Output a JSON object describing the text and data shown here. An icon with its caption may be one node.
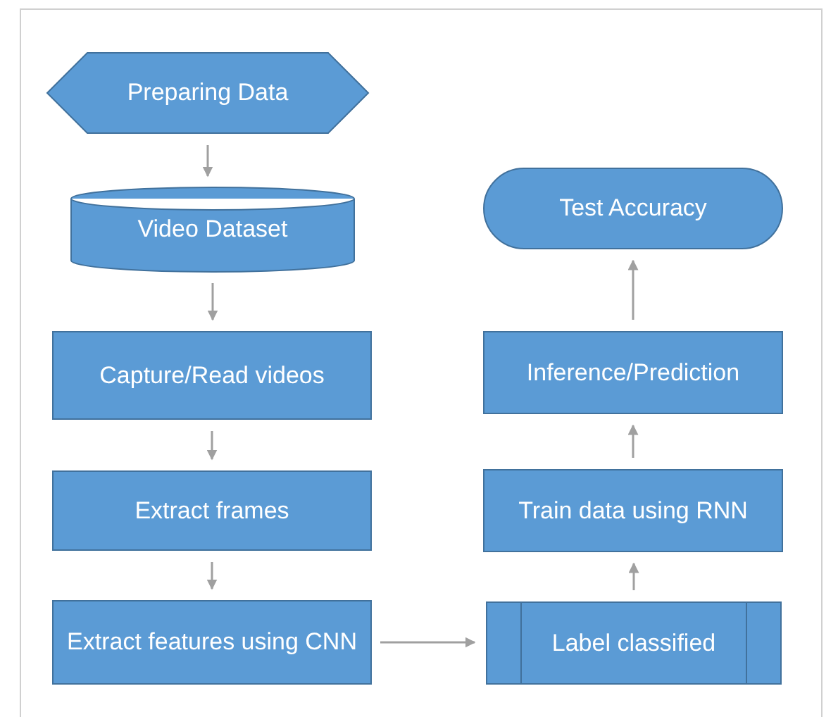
{
  "diagram": {
    "nodes": [
      {
        "text": [
          "Preparing Data"
        ]
      },
      {
        "text": [
          "Video Dataset"
        ]
      },
      {
        "text": [
          "Capture/Read videos"
        ]
      },
      {
        "text": [
          "Extract frames"
        ]
      },
      {
        "text": [
          "Extract features using CNN"
        ]
      },
      {
        "text": [
          "Label classified"
        ]
      },
      {
        "text": [
          "Train data using RNN"
        ]
      },
      {
        "text": [
          "Inference/Prediction"
        ]
      },
      {
        "text": [
          "Test Accuracy"
        ]
      }
    ],
    "edges": [
      {
        "from": 0,
        "to": 1,
        "arrow": "to"
      },
      {
        "from": 1,
        "to": 2,
        "arrow": "to"
      },
      {
        "from": 2,
        "to": 3,
        "arrow": "to"
      },
      {
        "from": 3,
        "to": 4,
        "arrow": "to"
      },
      {
        "from": 4,
        "to": 5,
        "arrow": "to"
      },
      {
        "from": 5,
        "to": 6,
        "arrow": "to"
      },
      {
        "from": 6,
        "to": 7,
        "arrow": "to"
      },
      {
        "from": 7,
        "to": 8,
        "arrow": "to"
      }
    ]
  }
}
